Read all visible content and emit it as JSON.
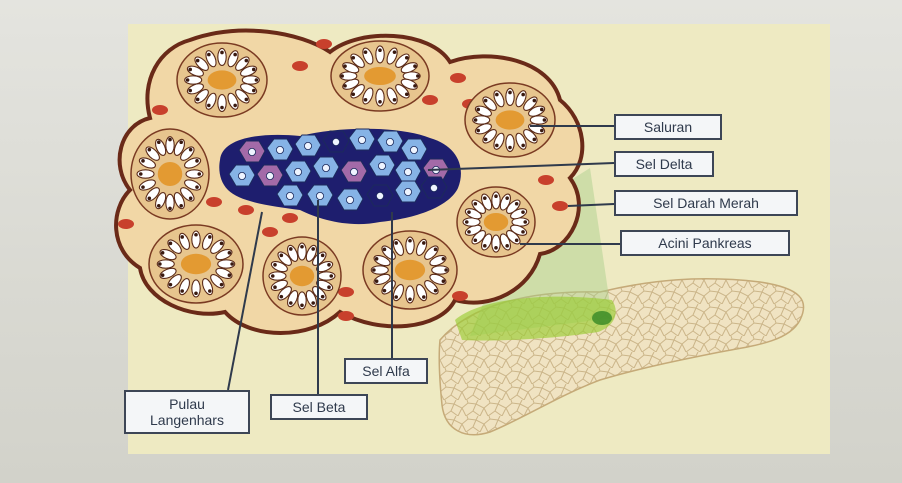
{
  "labels": {
    "saluran": "Saluran",
    "sel_delta": "Sel Delta",
    "sel_darah_merah": "Sel Darah Merah",
    "acini_pankreas": "Acini Pankreas",
    "sel_alfa": "Sel Alfa",
    "sel_beta": "Sel Beta",
    "pulau_line1": "Pulau",
    "pulau_line2": "Langenhars"
  },
  "colors": {
    "panel": "#eeeac2",
    "tissue": "#f1d7a6",
    "tissue_outline": "#6a2a18",
    "acinus_lumen": "#e39a32",
    "red_blood_cell": "#c8402c",
    "beta_cell": "#86b3e6",
    "alpha_cell": "#1e1e6e",
    "delta_cell": "#a36aa8",
    "pancreas_fill": "#f0e3c2",
    "pancreas_highlight": "#9acd32"
  }
}
